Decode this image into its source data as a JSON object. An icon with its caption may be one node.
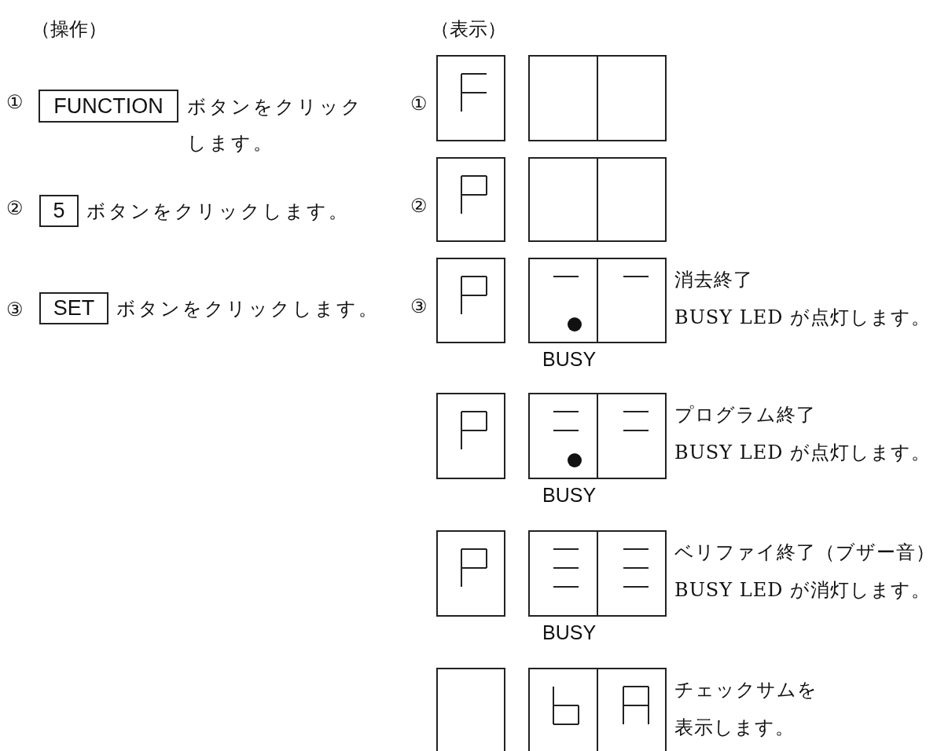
{
  "diagram": {
    "nodes": [
      {
        "text": [
          "FUNCTION"
        ],
        "beside": [
          "ボタンをクリックします。"
        ]
      },
      {
        "text": [
          "5"
        ],
        "beside": [
          "ボタンをクリックします。"
        ]
      },
      {
        "text": [
          "SET"
        ],
        "beside": [
          "ボタンをクリックします。"
        ]
      },
      {
        "text": [],
        "shape": "box"
      },
      {
        "text": [],
        "shape": "box"
      },
      {
        "text": [],
        "shape": "box"
      },
      {
        "text": [],
        "shape": "box"
      },
      {
        "text": [],
        "shape": "box"
      },
      {
        "text": [],
        "shape": "box",
        "beside": [
          "消去終了",
          "BUSY LED が点灯します。",
          "BUSY"
        ]
      },
      {
        "text": [],
        "shape": "box"
      },
      {
        "text": [],
        "shape": "box",
        "beside": [
          "プログラム終了",
          "BUSY LED が点灯します。",
          "BUSY"
        ]
      },
      {
        "text": [],
        "shape": "box"
      },
      {
        "text": [],
        "shape": "box",
        "beside": [
          "ベリファイ終了（ブザー音）",
          "BUSY LED が消灯します。",
          "BUSY"
        ]
      },
      {
        "text": [],
        "shape": "box"
      },
      {
        "text": [],
        "shape": "box",
        "beside": [
          "チェックサムを",
          "表示します。"
        ]
      }
    ],
    "labels": [
      "（操作）",
      "（表示）",
      "①",
      "①",
      "②",
      "②",
      "③",
      "③"
    ]
  }
}
